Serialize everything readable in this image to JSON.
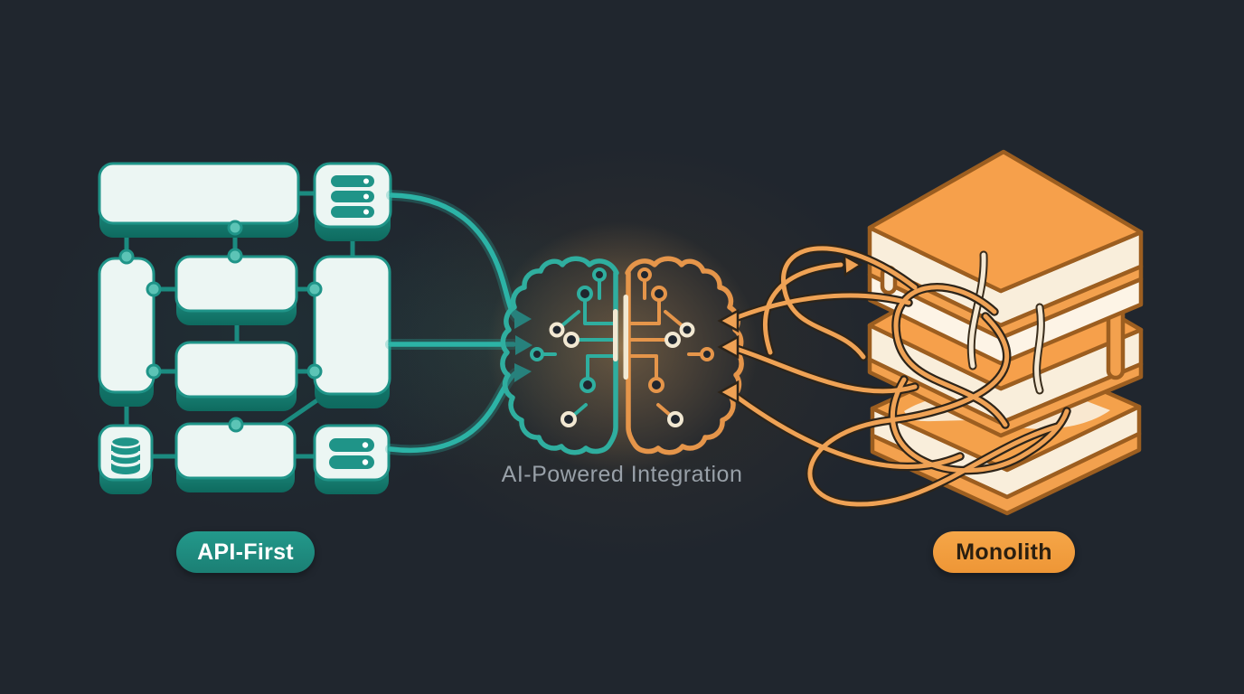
{
  "scene": {
    "background_color": "#20262e",
    "caption": "AI-Powered Integration",
    "caption_color": "#98a0a8"
  },
  "left": {
    "badge": "API-First",
    "badge_bg_color": "#1e8d81",
    "badge_text_color": "#ffffff",
    "accent_color": "#2cb3a6",
    "connector_color": "#1b8b80",
    "box_fill_color": "#ecf6f3",
    "diagram": "microservices-grid",
    "icons": [
      "server-stack-3-icon",
      "server-stack-2-icon",
      "database-icon"
    ],
    "arrows_to_center": 3
  },
  "center": {
    "icon": "circuit-brain-icon",
    "left_hemisphere_color": "#2fae9f",
    "right_hemisphere_color": "#e5954a",
    "divider_color": "#f2e8d2"
  },
  "right": {
    "badge": "Monolith",
    "badge_bg_color": "#f29d3f",
    "badge_text_color": "#2b1f10",
    "accent_color": "#f6a04b",
    "outline_color": "#9c5e20",
    "illustration": "isometric-monolith-stack-with-tangled-wires",
    "arrows_to_center": 3
  }
}
